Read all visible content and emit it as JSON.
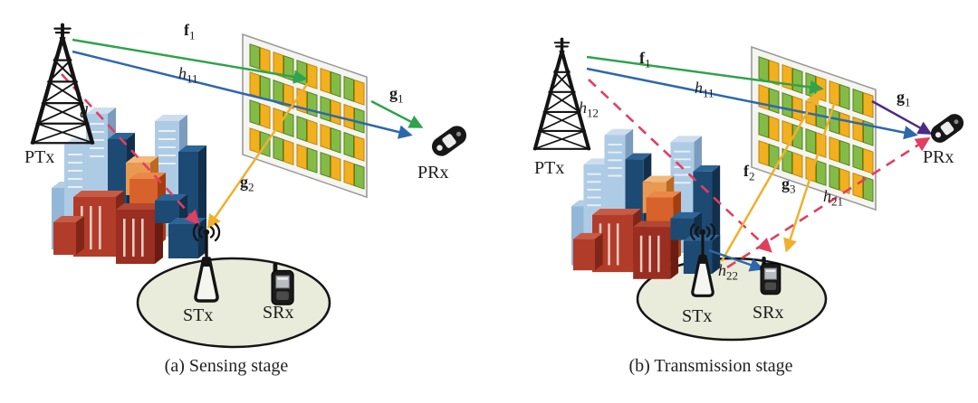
{
  "panels": [
    {
      "caption": "(a) Sensing stage",
      "nodes": {
        "ptx": "PTx",
        "prx": "PRx",
        "stx": "STx",
        "srx": "SRx"
      },
      "channels": {
        "f1": {
          "base": "f",
          "sub": "1"
        },
        "h11": {
          "base": "h",
          "sub": "11"
        },
        "d": {
          "base": "d",
          "sub": ""
        },
        "g1": {
          "base": "g",
          "sub": "1"
        },
        "g2": {
          "base": "g",
          "sub": "2"
        }
      }
    },
    {
      "caption": "(b) Transmission stage",
      "nodes": {
        "ptx": "PTx",
        "prx": "PRx",
        "stx": "STx",
        "srx": "SRx"
      },
      "channels": {
        "f1": {
          "base": "f",
          "sub": "1"
        },
        "h11": {
          "base": "h",
          "sub": "11"
        },
        "h12": {
          "base": "h",
          "sub": "12"
        },
        "g1": {
          "base": "g",
          "sub": "1"
        },
        "f2": {
          "base": "f",
          "sub": "2"
        },
        "g3": {
          "base": "g",
          "sub": "3"
        },
        "h21": {
          "base": "h",
          "sub": "21"
        },
        "h22": {
          "base": "h",
          "sub": "22"
        }
      }
    }
  ],
  "colors": {
    "green": "#2fa34d",
    "blue": "#2d68ae",
    "red": "#e23e5f",
    "amber": "#f0b02c",
    "purple": "#4c2b85",
    "ris_cell_green": "#84bb46",
    "ris_cell_yellow": "#f2b01e",
    "ris_panel_fill": "#f4f4f1",
    "ellipse_fill": "#e9ebdb"
  }
}
